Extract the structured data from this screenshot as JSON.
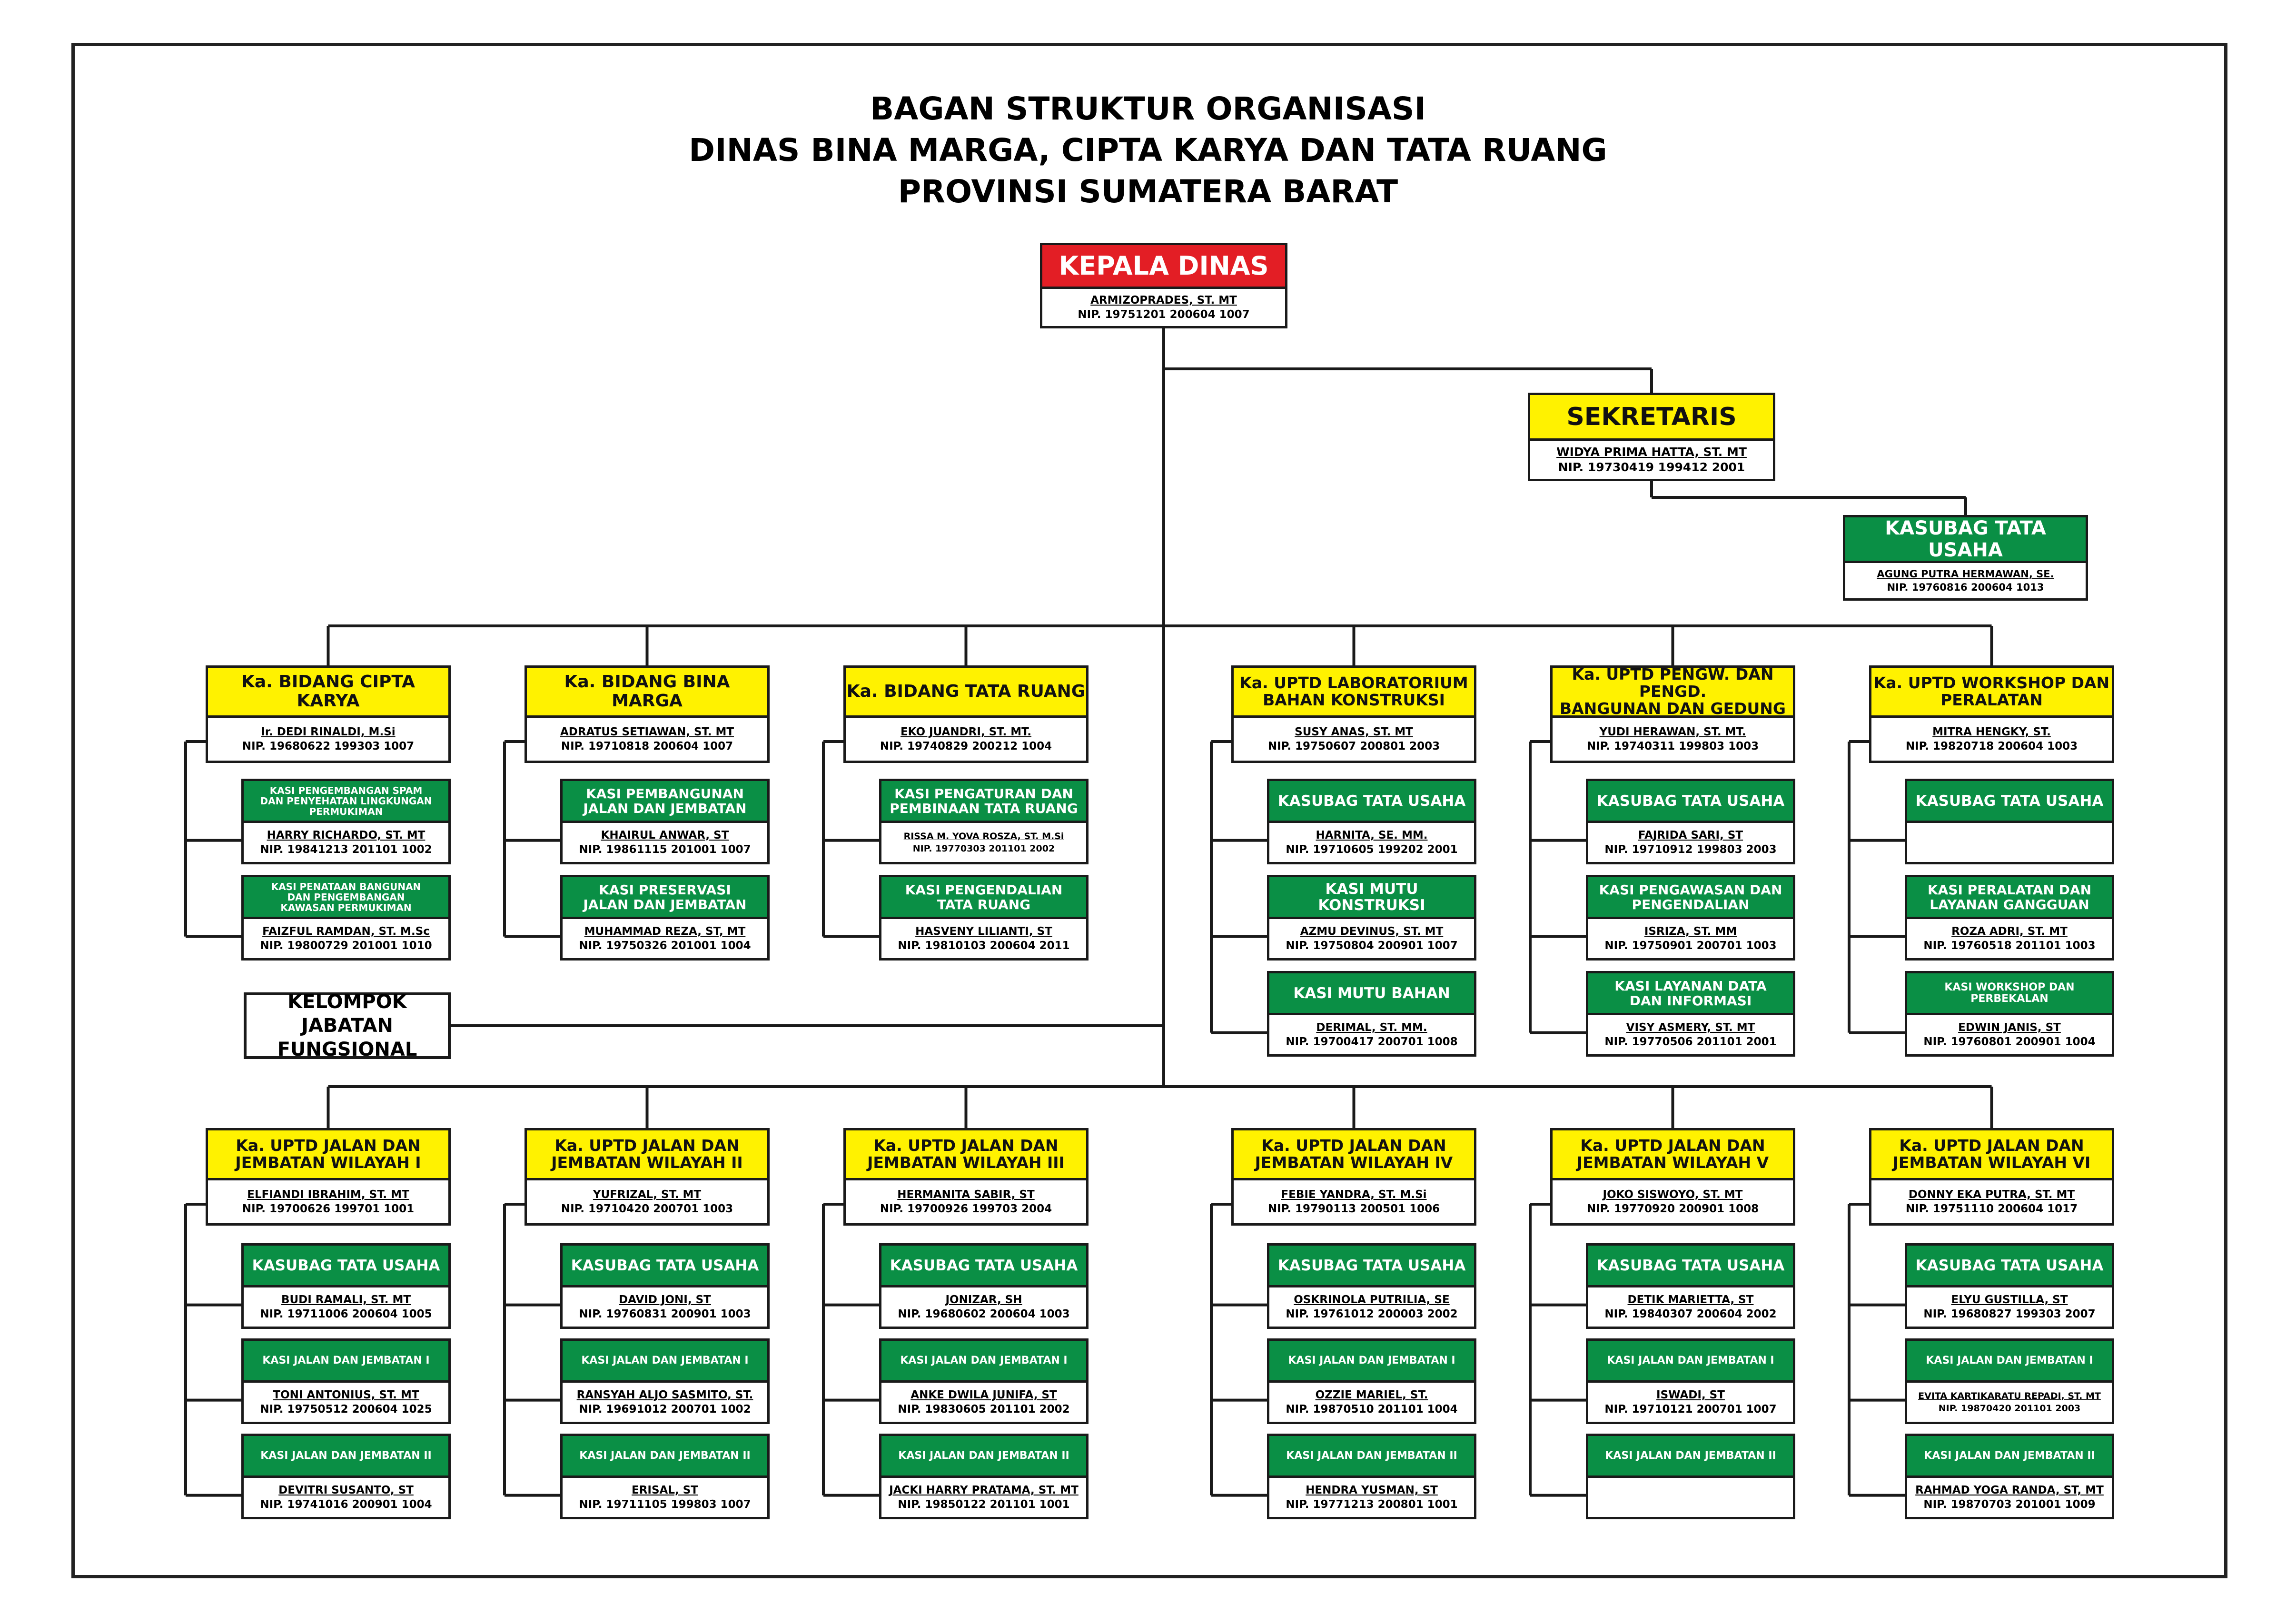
{
  "title": {
    "line1": "BAGAN STRUKTUR ORGANISASI",
    "line2": "DINAS BINA MARGA, CIPTA KARYA DAN TATA RUANG",
    "line3": "PROVINSI SUMATERA BARAT"
  },
  "colors": {
    "yellow": "#fff200",
    "green": "#0a8f45",
    "red": "#e31e25"
  },
  "kepala": {
    "title": "KEPALA DINAS",
    "name": "ARMIZOPRADES, ST. MT",
    "nip": "NIP. 19751201 200604 1007"
  },
  "sekretaris": {
    "title": "SEKRETARIS",
    "name": "WIDYA PRIMA HATTA, ST. MT",
    "nip": "NIP. 19730419 199412 2001"
  },
  "kasubag_tu": {
    "title": "KASUBAG TATA USAHA",
    "name": "AGUNG PUTRA HERMAWAN, SE.",
    "nip": "NIP. 19760816 200604 1013"
  },
  "fungsional": {
    "line1": "KELOMPOK JABATAN",
    "line2": "FUNGSIONAL"
  },
  "units": [
    {
      "head": {
        "title": [
          "Ka. BIDANG CIPTA KARYA"
        ],
        "name": "Ir. DEDI RINALDI, M.Si",
        "nip": "NIP. 19680622 199303 1007"
      },
      "subs": [
        {
          "title": [
            "KASI PENGEMBANGAN SPAM",
            "DAN PENYEHATAN LINGKUNGAN",
            "PERMUKIMAN"
          ],
          "name": "HARRY RICHARDO, ST. MT",
          "nip": "NIP. 19841213 201101 1002"
        },
        {
          "title": [
            "KASI PENATAAN BANGUNAN",
            "DAN PENGEMBANGAN",
            "KAWASAN PERMUKIMAN"
          ],
          "name": "FAIZFUL RAMDAN, ST. M.Sc",
          "nip": "NIP. 19800729 201001 1010"
        }
      ]
    },
    {
      "head": {
        "title": [
          "Ka. BIDANG BINA MARGA"
        ],
        "name": "ADRATUS SETIAWAN, ST. MT",
        "nip": "NIP. 19710818 200604 1007"
      },
      "subs": [
        {
          "title": [
            "KASI PEMBANGUNAN",
            "JALAN DAN JEMBATAN"
          ],
          "name": "KHAIRUL ANWAR, ST",
          "nip": "NIP. 19861115 201001 1007"
        },
        {
          "title": [
            "KASI PRESERVASI",
            "JALAN DAN JEMBATAN"
          ],
          "name": "MUHAMMAD REZA, ST, MT",
          "nip": "NIP. 19750326 201001 1004"
        }
      ]
    },
    {
      "head": {
        "title": [
          "Ka. BIDANG TATA RUANG"
        ],
        "name": "EKO JUANDRI, ST. MT.",
        "nip": "NIP. 19740829 200212 1004"
      },
      "subs": [
        {
          "title": [
            "KASI PENGATURAN DAN",
            "PEMBINAAN TATA RUANG"
          ],
          "name": "RISSA M. YOVA ROSZA, ST. M.Si",
          "nip": "NIP. 19770303 201101 2002"
        },
        {
          "title": [
            "KASI PENGENDALIAN",
            "TATA RUANG"
          ],
          "name": "HASVENY LILIANTI, ST",
          "nip": "NIP. 19810103 200604 2011"
        }
      ]
    },
    {
      "head": {
        "title": [
          "Ka. UPTD LABORATORIUM",
          "BAHAN KONSTRUKSI"
        ],
        "name": "SUSY ANAS, ST. MT",
        "nip": "NIP. 19750607 200801 2003"
      },
      "subs": [
        {
          "title": [
            "KASUBAG TATA USAHA"
          ],
          "name": "HARNITA, SE. MM.",
          "nip": "NIP. 19710605 199202 2001"
        },
        {
          "title": [
            "KASI MUTU KONSTRUKSI"
          ],
          "name": "AZMU DEVINUS, ST. MT",
          "nip": "NIP. 19750804 200901 1007"
        },
        {
          "title": [
            "KASI MUTU BAHAN"
          ],
          "name": "DERIMAL, ST. MM.",
          "nip": "NIP. 19700417 200701 1008"
        }
      ]
    },
    {
      "head": {
        "title": [
          "Ka. UPTD PENGW. DAN PENGD.",
          "BANGUNAN DAN GEDUNG"
        ],
        "name": "YUDI HERAWAN, ST. MT.",
        "nip": "NIP. 19740311 199803 1003"
      },
      "subs": [
        {
          "title": [
            "KASUBAG TATA USAHA"
          ],
          "name": "FAJRIDA SARI, ST",
          "nip": "NIP. 19710912 199803 2003"
        },
        {
          "title": [
            "KASI PENGAWASAN DAN",
            "PENGENDALIAN"
          ],
          "name": "ISRIZA, ST. MM",
          "nip": "NIP. 19750901 200701 1003"
        },
        {
          "title": [
            "KASI LAYANAN DATA",
            "DAN INFORMASI"
          ],
          "name": "VISY ASMERY, ST. MT",
          "nip": "NIP. 19770506 201101 2001"
        }
      ]
    },
    {
      "head": {
        "title": [
          "Ka. UPTD WORKSHOP DAN",
          "PERALATAN"
        ],
        "name": "MITRA HENGKY, ST.",
        "nip": "NIP. 19820718 200604 1003"
      },
      "subs": [
        {
          "title": [
            "KASUBAG TATA USAHA"
          ],
          "name": "",
          "nip": ""
        },
        {
          "title": [
            "KASI PERALATAN DAN",
            "LAYANAN GANGGUAN"
          ],
          "name": "ROZA ADRI, ST. MT",
          "nip": "NIP. 19760518 201101 1003"
        },
        {
          "title": [
            "KASI WORKSHOP DAN PERBEKALAN"
          ],
          "name": "EDWIN JANIS, ST",
          "nip": "NIP. 19760801 200901 1004"
        }
      ]
    },
    {
      "head": {
        "title": [
          "Ka. UPTD JALAN DAN",
          "JEMBATAN WILAYAH I"
        ],
        "name": "ELFIANDI IBRAHIM, ST. MT",
        "nip": "NIP. 19700626 199701 1001"
      },
      "subs": [
        {
          "title": [
            "KASUBAG TATA USAHA"
          ],
          "name": "BUDI RAMALI, ST. MT",
          "nip": "NIP. 19711006 200604 1005"
        },
        {
          "title": [
            "KASI JALAN DAN JEMBATAN I"
          ],
          "name": "TONI ANTONIUS, ST. MT",
          "nip": "NIP. 19750512 200604 1025"
        },
        {
          "title": [
            "KASI JALAN DAN JEMBATAN II"
          ],
          "name": "DEVITRI SUSANTO, ST",
          "nip": "NIP. 19741016 200901 1004"
        }
      ]
    },
    {
      "head": {
        "title": [
          "Ka. UPTD JALAN DAN",
          "JEMBATAN WILAYAH II"
        ],
        "name": "YUFRIZAL, ST. MT",
        "nip": "NIP. 19710420 200701 1003"
      },
      "subs": [
        {
          "title": [
            "KASUBAG TATA USAHA"
          ],
          "name": "DAVID JONI, ST",
          "nip": "NIP. 19760831 200901 1003"
        },
        {
          "title": [
            "KASI JALAN DAN JEMBATAN I"
          ],
          "name": "RANSYAH ALJO SASMITO, ST.",
          "nip": "NIP. 19691012 200701 1002"
        },
        {
          "title": [
            "KASI JALAN DAN JEMBATAN II"
          ],
          "name": "ERISAL, ST",
          "nip": "NIP. 19711105 199803 1007"
        }
      ]
    },
    {
      "head": {
        "title": [
          "Ka. UPTD JALAN DAN",
          "JEMBATAN WILAYAH III"
        ],
        "name": "HERMANITA SABIR, ST",
        "nip": "NIP. 19700926 199703 2004"
      },
      "subs": [
        {
          "title": [
            "KASUBAG TATA USAHA"
          ],
          "name": "JONIZAR, SH",
          "nip": "NIP. 19680602 200604 1003"
        },
        {
          "title": [
            "KASI JALAN DAN JEMBATAN I"
          ],
          "name": "ANKE DWILA JUNIFA, ST",
          "nip": "NIP. 19830605 201101 2002"
        },
        {
          "title": [
            "KASI JALAN DAN JEMBATAN II"
          ],
          "name": "JACKI HARRY PRATAMA, ST. MT",
          "nip": "NIP. 19850122 201101 1001"
        }
      ]
    },
    {
      "head": {
        "title": [
          "Ka. UPTD JALAN DAN",
          "JEMBATAN WILAYAH IV"
        ],
        "name": "FEBIE YANDRA, ST. M.Si",
        "nip": "NIP. 19790113 200501 1006"
      },
      "subs": [
        {
          "title": [
            "KASUBAG TATA USAHA"
          ],
          "name": "OSKRINOLA PUTRILIA, SE",
          "nip": "NIP. 19761012 200003 2002"
        },
        {
          "title": [
            "KASI JALAN DAN JEMBATAN I"
          ],
          "name": "OZZIE MARIEL, ST.",
          "nip": "NIP. 19870510 201101 1004"
        },
        {
          "title": [
            "KASI JALAN DAN JEMBATAN II"
          ],
          "name": "HENDRA YUSMAN, ST",
          "nip": "NIP. 19771213 200801 1001"
        }
      ]
    },
    {
      "head": {
        "title": [
          "Ka. UPTD JALAN DAN",
          "JEMBATAN WILAYAH V"
        ],
        "name": "JOKO SISWOYO, ST. MT",
        "nip": "NIP. 19770920 200901 1008"
      },
      "subs": [
        {
          "title": [
            "KASUBAG TATA USAHA"
          ],
          "name": "DETIK MARIETTA, ST",
          "nip": "NIP. 19840307 200604 2002"
        },
        {
          "title": [
            "KASI JALAN DAN JEMBATAN I"
          ],
          "name": "ISWADI, ST",
          "nip": "NIP. 19710121 200701 1007"
        },
        {
          "title": [
            "KASI JALAN DAN JEMBATAN II"
          ],
          "name": "",
          "nip": ""
        }
      ]
    },
    {
      "head": {
        "title": [
          "Ka. UPTD JALAN DAN",
          "JEMBATAN WILAYAH VI"
        ],
        "name": "DONNY EKA PUTRA, ST. MT",
        "nip": "NIP. 19751110 200604 1017"
      },
      "subs": [
        {
          "title": [
            "KASUBAG TATA USAHA"
          ],
          "name": "ELYU GUSTILLA, ST",
          "nip": "NIP. 19680827 199303 2007"
        },
        {
          "title": [
            "KASI JALAN DAN JEMBATAN I"
          ],
          "name": "EVITA KARTIKARATU REPADI, ST. MT",
          "nip": "NIP. 19870420 201101 2003"
        },
        {
          "title": [
            "KASI JALAN DAN JEMBATAN II"
          ],
          "name": "RAHMAD YOGA RANDA, ST, MT",
          "nip": "NIP. 19870703 201001 1009"
        }
      ]
    }
  ]
}
